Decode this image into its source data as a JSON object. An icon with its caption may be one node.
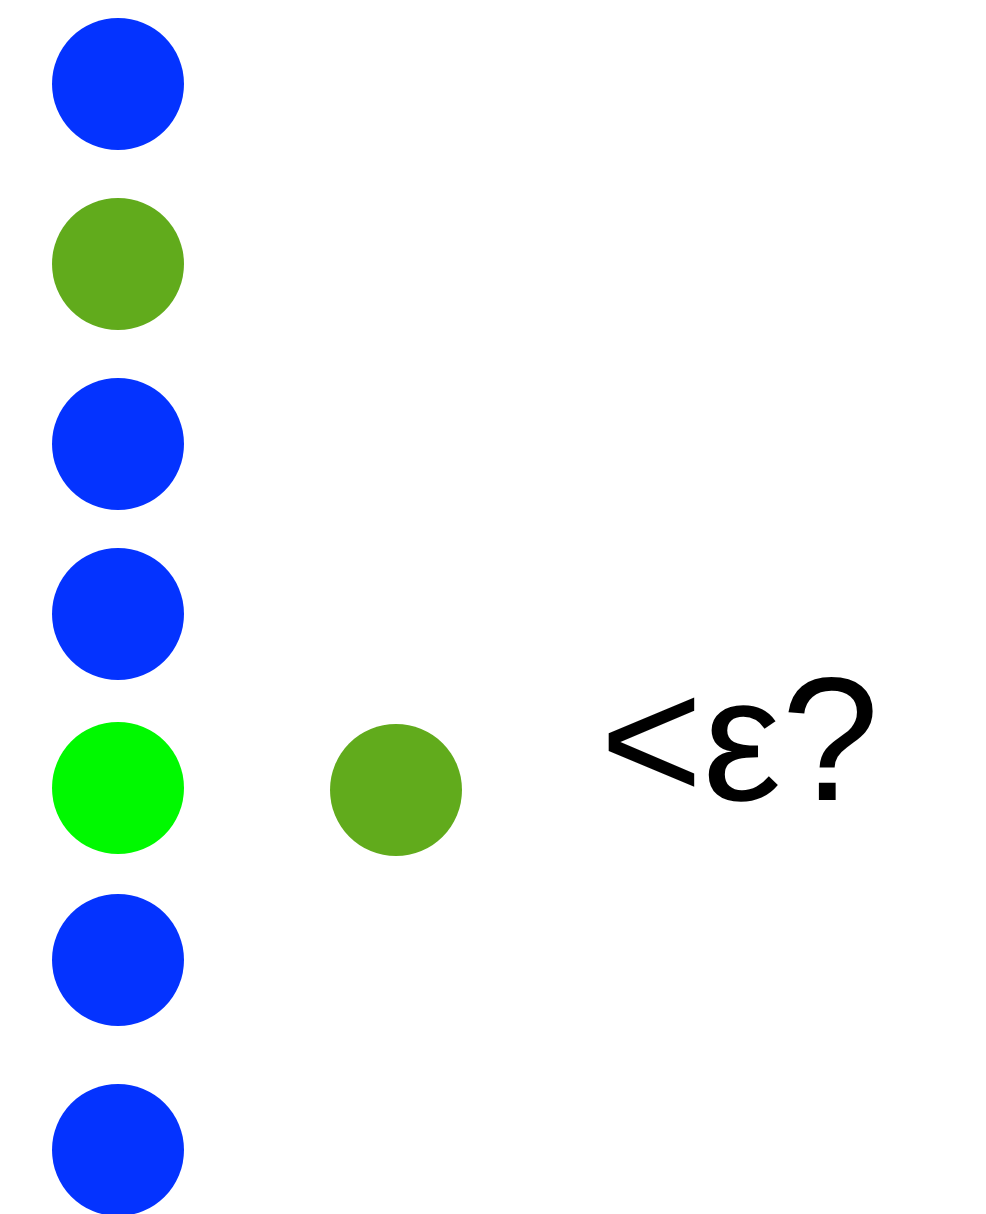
{
  "diagram": {
    "nodes": [
      {
        "text": [],
        "shape": "circle"
      },
      {
        "text": [],
        "shape": "circle"
      },
      {
        "text": [],
        "shape": "circle"
      },
      {
        "text": [],
        "shape": "circle"
      },
      {
        "text": [],
        "shape": "circle"
      },
      {
        "text": [],
        "shape": "circle"
      },
      {
        "text": [],
        "shape": "circle"
      },
      {
        "text": [],
        "shape": "circle"
      }
    ],
    "labels": [
      "<ε?"
    ]
  }
}
